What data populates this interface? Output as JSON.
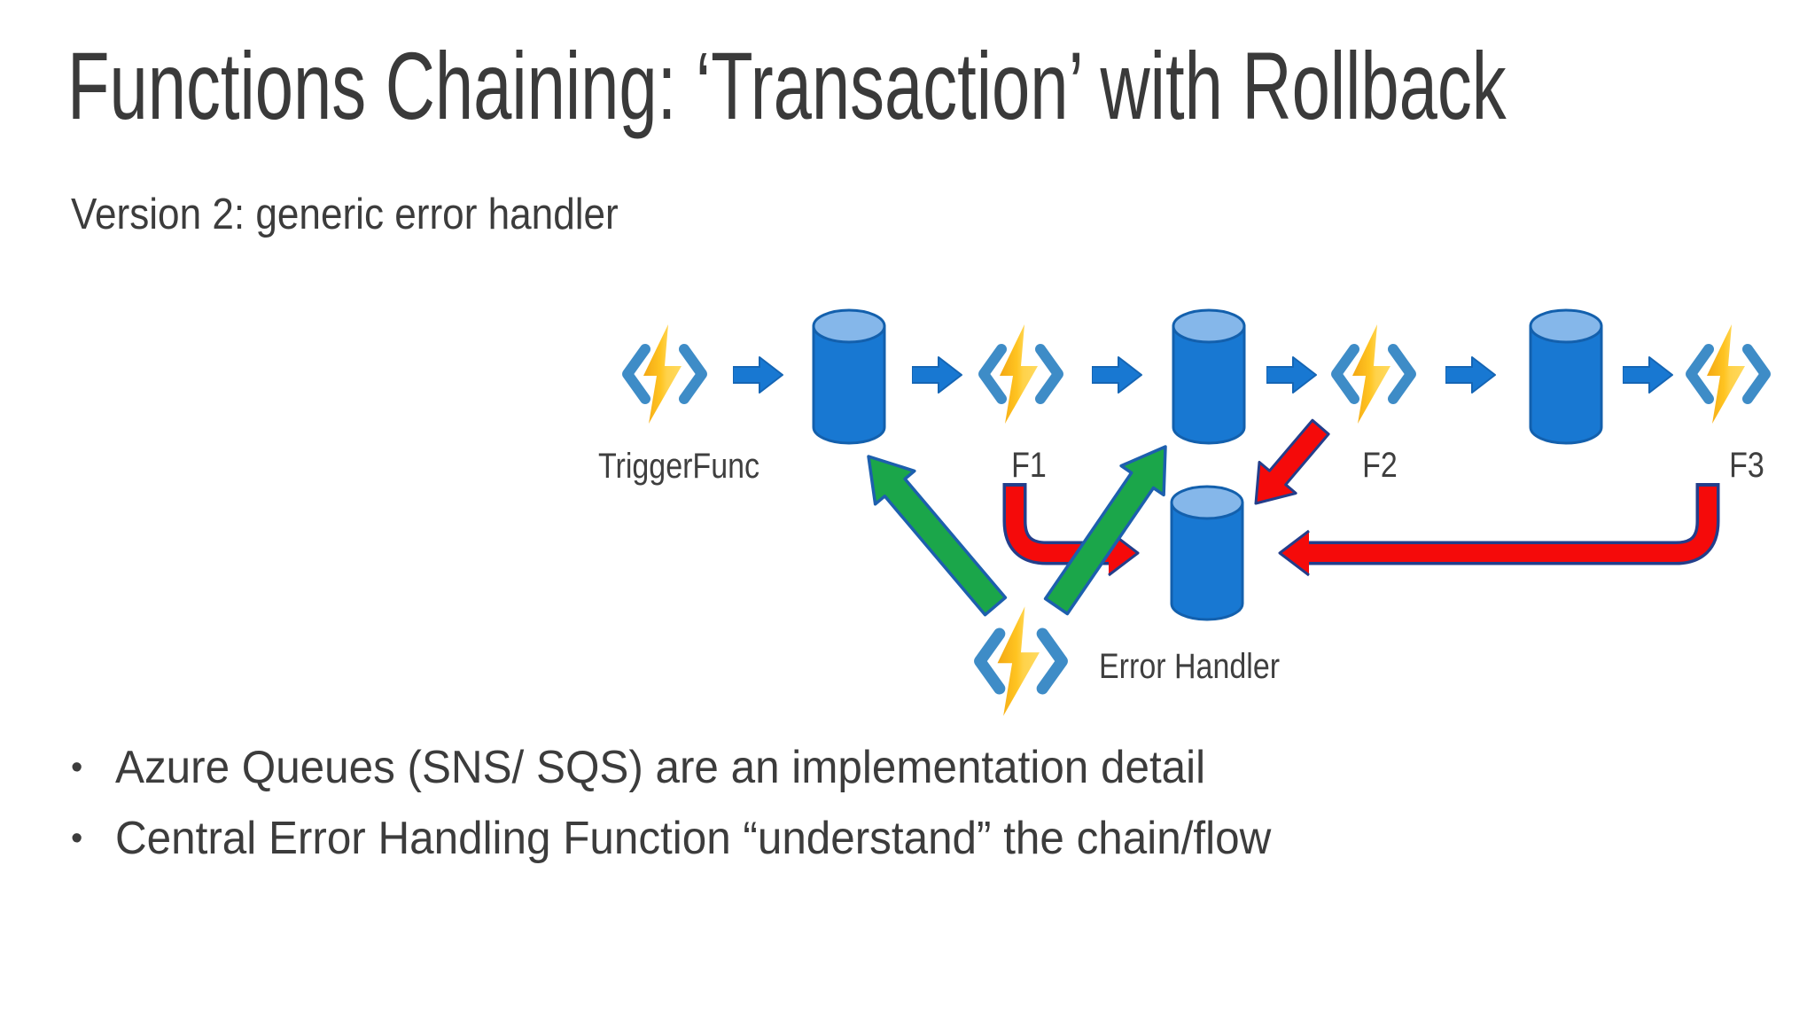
{
  "slide": {
    "title": "Functions Chaining: ‘Transaction’ with Rollback",
    "subtitle": "Version 2: generic error handler",
    "bullets": [
      "Azure Queues (SNS/ SQS) are an implementation detail",
      "Central Error Handling Function “understand” the chain/flow"
    ]
  },
  "diagram": {
    "labels": {
      "trigger_func": "TriggerFunc",
      "f1": "F1",
      "f2": "F2",
      "f3": "F3",
      "error_handler": "Error Handler"
    },
    "nodes": {
      "chain": [
        "function:TriggerFunc",
        "queue",
        "function:F1",
        "queue",
        "function:F2",
        "queue",
        "function:F3"
      ],
      "error_branch": [
        "queue",
        "function:Error Handler"
      ]
    },
    "flows": {
      "forward": "blue block arrows between each function and queue",
      "errors_to_handler_queue": [
        "from F1",
        "from F2",
        "from F3"
      ],
      "recovery_from_handler": [
        "to queue after TriggerFunc",
        "to queue after F1"
      ]
    },
    "colors": {
      "azure_blue": "#1878D2",
      "azure_blue_light": "#85B7EA",
      "blue_outline": "#1360AD",
      "bracket_blue": "#3E8CC7",
      "bolt_yellow": "#FFC421",
      "error_red": "#F50A0A",
      "error_outline_navy": "#233E8B",
      "recovery_green": "#1BA64A",
      "recovery_outline_blue": "#1D5FAE",
      "text": "#3C3C3C"
    }
  }
}
